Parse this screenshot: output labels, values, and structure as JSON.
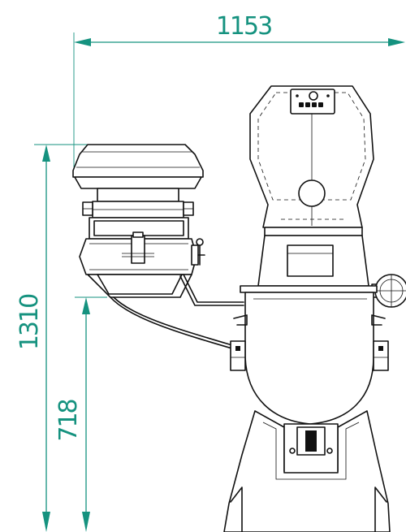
{
  "dimensions": {
    "overall_width": "1153",
    "overall_height": "1310",
    "lower_height": "718"
  },
  "colors": {
    "dimension": "#15927f",
    "drawing": "#111111"
  }
}
